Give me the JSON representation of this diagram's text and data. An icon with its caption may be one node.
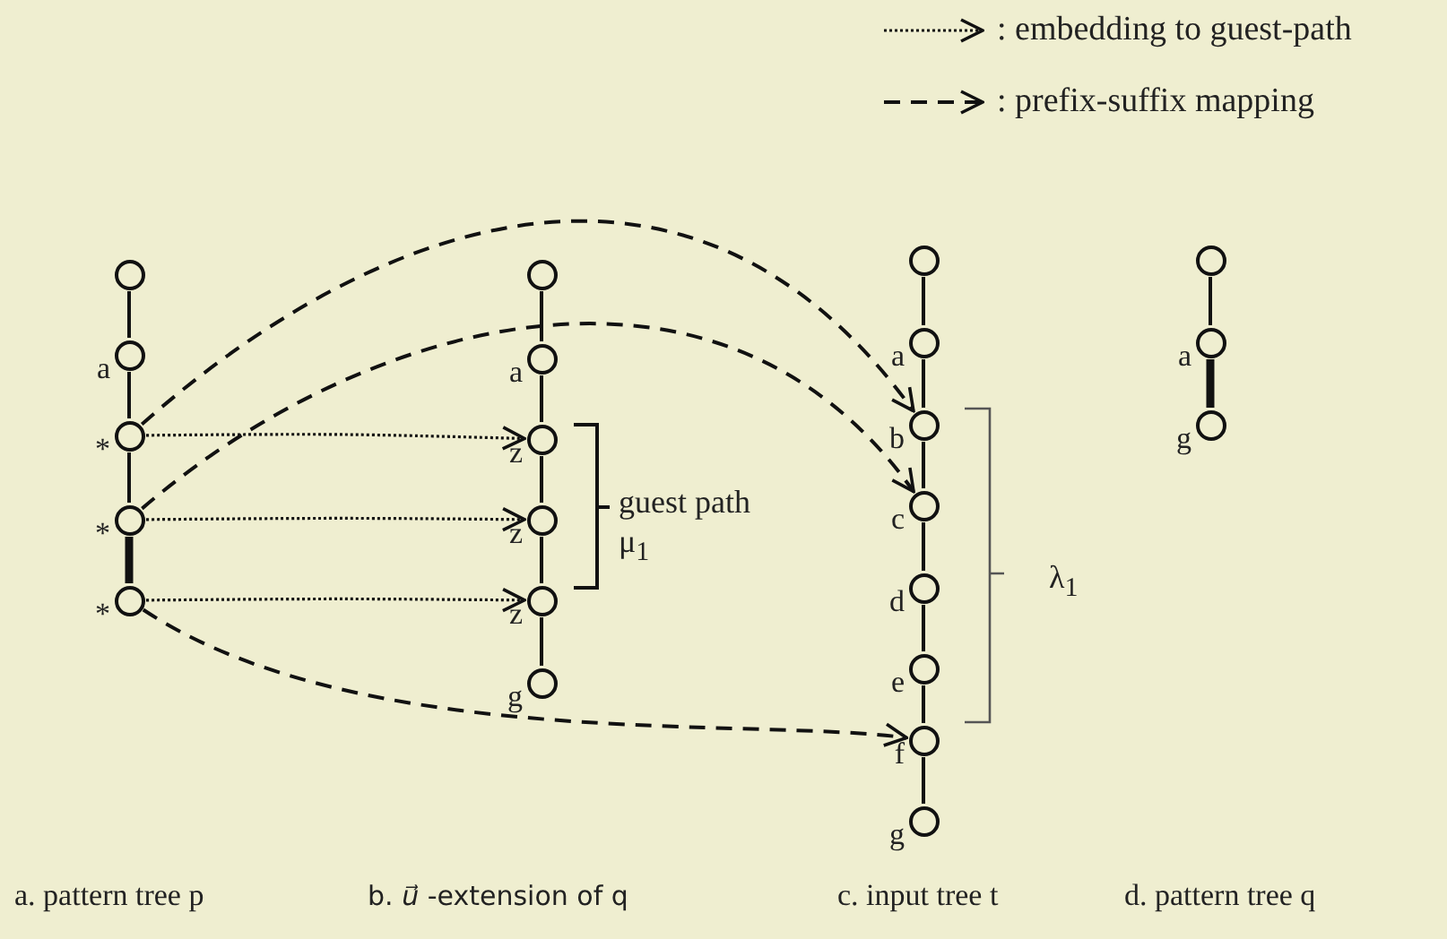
{
  "diagram": {
    "nodes": [
      {
        "text": [],
        "shape": "circle"
      },
      {
        "text": [],
        "shape": "circle",
        "beside": [
          "a"
        ]
      },
      {
        "text": [],
        "shape": "circle",
        "beside": [
          "*"
        ]
      },
      {
        "text": [],
        "shape": "circle",
        "beside": [
          "*"
        ]
      },
      {
        "text": [],
        "shape": "circle",
        "beside": [
          "*"
        ]
      },
      {
        "text": [],
        "shape": "circle"
      },
      {
        "text": [],
        "shape": "circle",
        "beside": [
          "a"
        ]
      },
      {
        "text": [],
        "shape": "circle",
        "beside": [
          "z"
        ]
      },
      {
        "text": [],
        "shape": "circle",
        "beside": [
          "z"
        ]
      },
      {
        "text": [],
        "shape": "circle",
        "beside": [
          "z"
        ]
      },
      {
        "text": [],
        "shape": "circle",
        "beside": [
          "g"
        ]
      },
      {
        "text": [],
        "shape": "circle"
      },
      {
        "text": [],
        "shape": "circle",
        "beside": [
          "a"
        ]
      },
      {
        "text": [],
        "shape": "circle",
        "beside": [
          "b"
        ]
      },
      {
        "text": [],
        "shape": "circle",
        "beside": [
          "c"
        ]
      },
      {
        "text": [],
        "shape": "circle",
        "beside": [
          "d"
        ]
      },
      {
        "text": [],
        "shape": "circle",
        "beside": [
          "e"
        ]
      },
      {
        "text": [],
        "shape": "circle",
        "beside": [
          "f"
        ]
      },
      {
        "text": [],
        "shape": "circle",
        "beside": [
          "g"
        ]
      },
      {
        "text": [],
        "shape": "circle"
      },
      {
        "text": [],
        "shape": "circle",
        "beside": [
          "a"
        ]
      },
      {
        "text": [],
        "shape": "circle",
        "beside": [
          "g"
        ]
      }
    ],
    "edges": [
      {
        "from": 0,
        "to": 1,
        "arrow": "none"
      },
      {
        "from": 1,
        "to": 2,
        "arrow": "none"
      },
      {
        "from": 2,
        "to": 3,
        "arrow": "none"
      },
      {
        "from": 3,
        "to": 4,
        "arrow": "none",
        "style": "thick"
      },
      {
        "from": 5,
        "to": 6,
        "arrow": "none"
      },
      {
        "from": 6,
        "to": 7,
        "arrow": "none"
      },
      {
        "from": 7,
        "to": 8,
        "arrow": "none"
      },
      {
        "from": 8,
        "to": 9,
        "arrow": "none"
      },
      {
        "from": 9,
        "to": 10,
        "arrow": "none"
      },
      {
        "from": 11,
        "to": 12,
        "arrow": "none"
      },
      {
        "from": 12,
        "to": 13,
        "arrow": "none"
      },
      {
        "from": 13,
        "to": 14,
        "arrow": "none"
      },
      {
        "from": 14,
        "to": 15,
        "arrow": "none"
      },
      {
        "from": 15,
        "to": 16,
        "arrow": "none"
      },
      {
        "from": 16,
        "to": 17,
        "arrow": "none"
      },
      {
        "from": 17,
        "to": 18,
        "arrow": "none"
      },
      {
        "from": 19,
        "to": 20,
        "arrow": "none"
      },
      {
        "from": 20,
        "to": 21,
        "arrow": "none",
        "style": "thick"
      },
      {
        "from": 2,
        "to": 7,
        "arrow": "to",
        "style": "dashed"
      },
      {
        "from": 3,
        "to": 8,
        "arrow": "to",
        "style": "dashed"
      },
      {
        "from": 4,
        "to": 9,
        "arrow": "to",
        "style": "dashed"
      },
      {
        "from": 2,
        "to": 13,
        "arrow": "to",
        "style": "dashed"
      },
      {
        "from": 3,
        "to": 14,
        "arrow": "to",
        "style": "dashed"
      },
      {
        "from": 4,
        "to": 17,
        "arrow": "to",
        "style": "dashed"
      }
    ],
    "labels": [
      "guest path",
      "μ$_{1}$",
      "λ$_{1}$",
      "a. pattern tree p",
      "b. *u⃗* -extension of q",
      "c. input tree t",
      "d. pattern tree q"
    ],
    "legend": [
      {
        "text": ": embedding to guest-path"
      },
      {
        "text": ": prefix-suffix mapping"
      }
    ]
  }
}
